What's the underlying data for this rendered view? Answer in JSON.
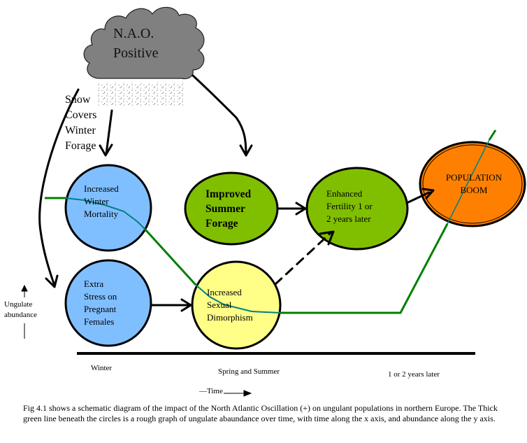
{
  "title_cloud": {
    "line1": "N.A.O.",
    "line2": "Positive",
    "cloud_color": "#808080"
  },
  "snow_label": "Snow\nCovers\nWinter\nForage",
  "nodes": [
    {
      "id": "winter-mortality",
      "label": "Increased\nWinter\nMortality",
      "color": "#80bfff"
    },
    {
      "id": "pregnant-stress",
      "label": "Extra\nStress on\nPregnant\nFemales",
      "color": "#80bfff"
    },
    {
      "id": "summer-forage",
      "label": "Improved\nSummer\nForage",
      "color": "#80bf00"
    },
    {
      "id": "sexual-dimorphism",
      "label": "Increased\nSexual\nDimorphism",
      "color": "#ffff88"
    },
    {
      "id": "enhanced-fertility",
      "label": "Enhanced\nFertility 1 or\n2 years later",
      "color": "#80bf00"
    },
    {
      "id": "population-boom",
      "label": "POPULATION\nBOOM",
      "color": "#ff8000"
    }
  ],
  "edges": [
    {
      "from": "cloud",
      "to": "winter-mortality",
      "style": "solid"
    },
    {
      "from": "cloud",
      "to": "pregnant-stress",
      "style": "solid"
    },
    {
      "from": "cloud",
      "to": "summer-forage",
      "style": "solid"
    },
    {
      "from": "pregnant-stress",
      "to": "sexual-dimorphism",
      "style": "solid"
    },
    {
      "from": "summer-forage",
      "to": "enhanced-fertility",
      "style": "solid"
    },
    {
      "from": "sexual-dimorphism",
      "to": "enhanced-fertility",
      "style": "dashed"
    },
    {
      "from": "enhanced-fertility",
      "to": "population-boom",
      "style": "solid"
    }
  ],
  "y_axis_label": "Ungulate\nabundance",
  "time_periods": [
    "Winter",
    "Spring and Summer",
    "1 or 2 years later"
  ],
  "time_label": "—Time",
  "abundance_line_color": "#007f00",
  "abundance_line_inside_color": "#008080",
  "caption": "Fig 4.1 shows a schematic diagram of the impact of the North Atlantic Oscillation (+) on ungulant populations in northern Europe. The Thick green line beneath the circles is a rough graph of ungulate abaundance over time, with time along the x axis, and abundance along the y axis."
}
